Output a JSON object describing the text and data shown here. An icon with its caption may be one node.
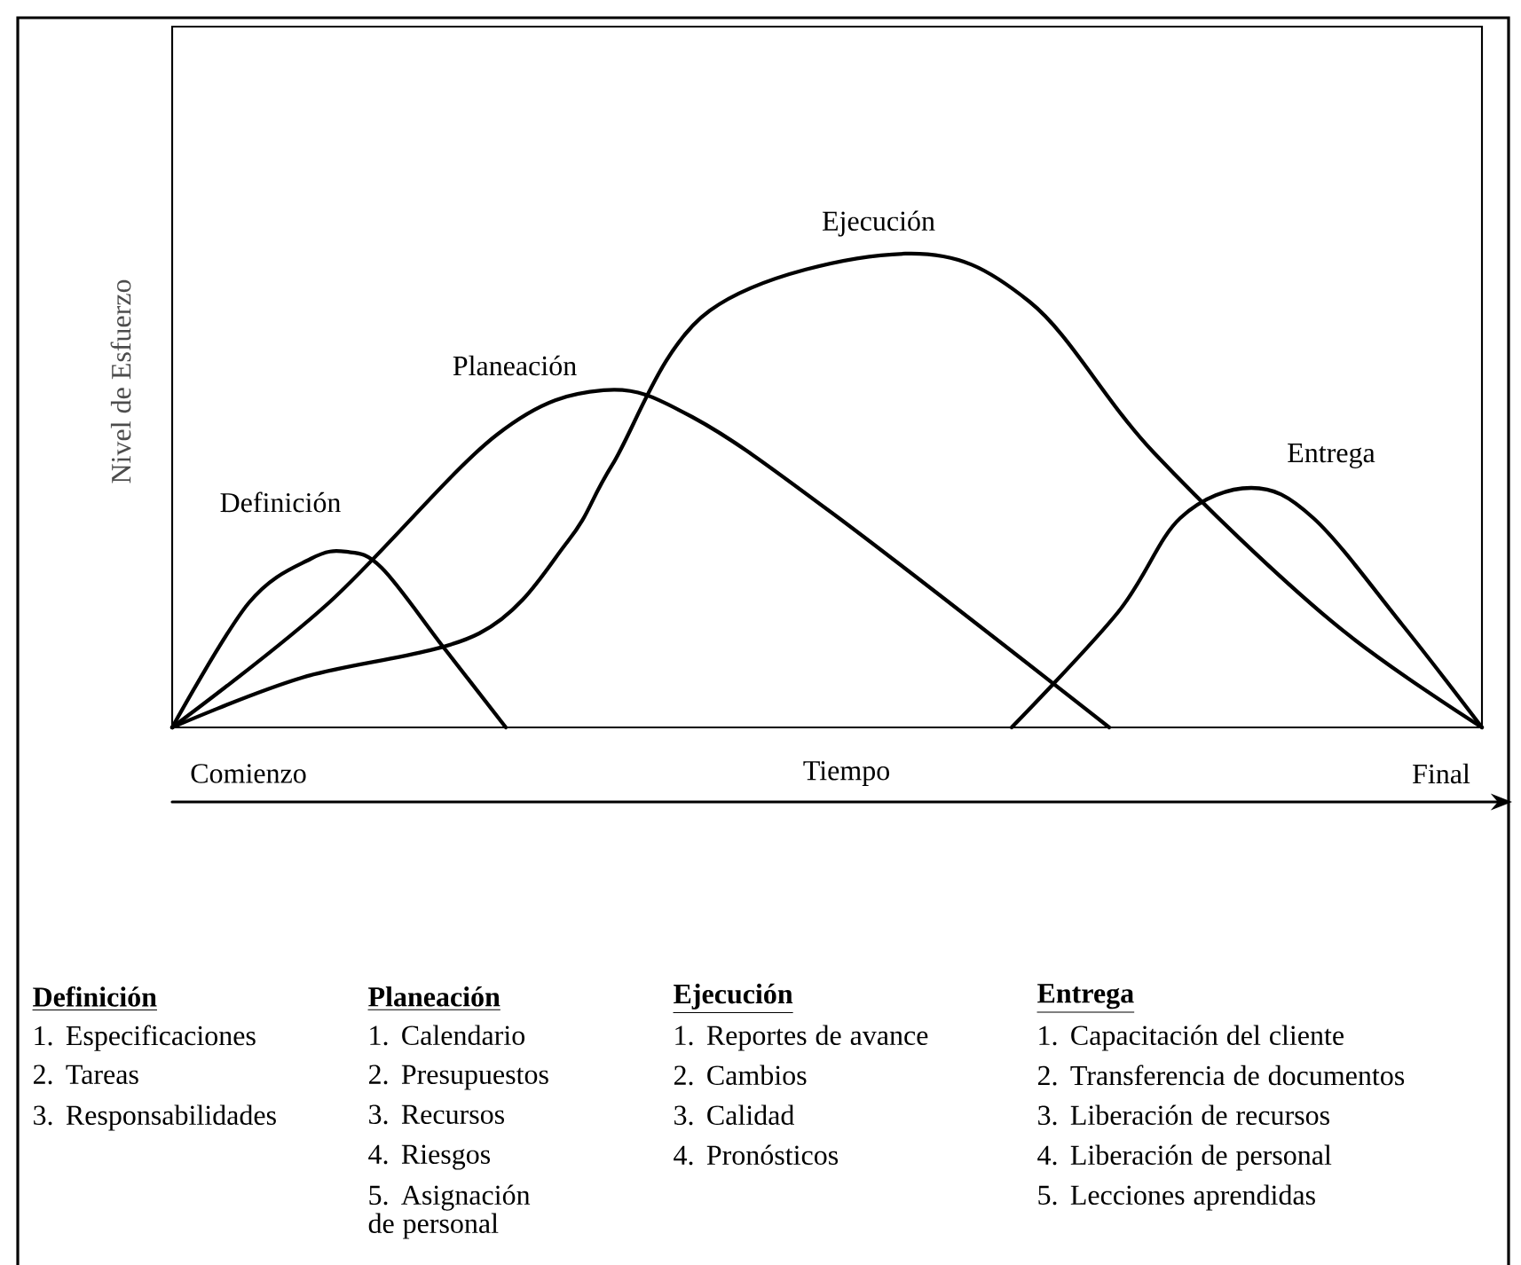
{
  "diagram": {
    "labels": [
      "Nivel de Esfuerzo",
      "Definición",
      "Planeación",
      "Ejecución",
      "Entrega",
      "Comienzo",
      "Tiempo",
      "Final",
      "Definición",
      "1. Especificaciones",
      "2. Tareas",
      "3. Responsabilidades",
      "Planeación",
      "1. Calendario",
      "2. Presupuestos",
      "3. Recursos",
      "4. Riesgos",
      "5. Asignación de personal",
      "Ejecución",
      "1. Reportes de avance",
      "2. Cambios",
      "3. Calidad",
      "4. Pronósticos",
      "Entrega",
      "1. Capacitación del cliente",
      "2. Transferencia de documentos",
      "3. Liberación de recursos",
      "4. Liberación de personal",
      "5. Lecciones aprendidas"
    ]
  }
}
